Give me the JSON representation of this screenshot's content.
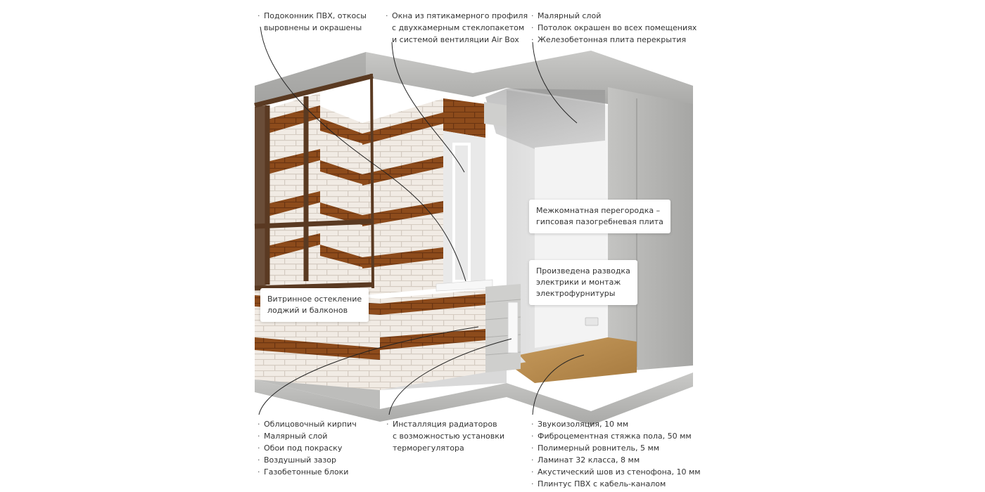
{
  "top_callouts": {
    "sill": [
      "Подоконник ПВХ, откосы",
      "выровнены и окрашены"
    ],
    "windows": [
      "Окна из пятикамерного профиля",
      "с двухкамерным стеклопакетом",
      "и системой вентиляции Air Box"
    ],
    "ceiling": [
      "Малярный слой",
      "Потолок окрашен во всех помещениях",
      "Железобетонная плита перекрытия"
    ]
  },
  "bottom_callouts": {
    "wall_layers": [
      "Облицовочный кирпич",
      "Малярный слой",
      "Обои под покраску",
      "Воздушный зазор",
      "Газобетонные блоки"
    ],
    "radiators": [
      "Инсталляция радиаторов",
      "с возможностью установки",
      "терморегулятора"
    ],
    "floor_layers": [
      "Звукоизоляция, 10 мм",
      "Фиброцементная стяжка пола, 50 мм",
      "Полимерный ровнитель, 5 мм",
      "Ламинат 32 класса, 8 мм",
      "Акустический шов из стенофона, 10 мм",
      "Плинтус ПВХ с кабель-каналом"
    ]
  },
  "cards": {
    "glazing": [
      "Витринное остекление",
      "лоджий и балконов"
    ],
    "partition": [
      "Межкомнатная перегородка –",
      "гипсовая пазогребневая плита"
    ],
    "electrics": [
      "Произведена разводка",
      "электрики и монтаж",
      "электрофурнитуры"
    ]
  },
  "colors": {
    "brick_light": "#efe7df",
    "brick_brown": "#8a4a1c",
    "frame_brown": "#5a3a22",
    "concrete": "#b7b7b5",
    "laminate": "#b58a4e",
    "interior_wall": "#eeeeee"
  }
}
